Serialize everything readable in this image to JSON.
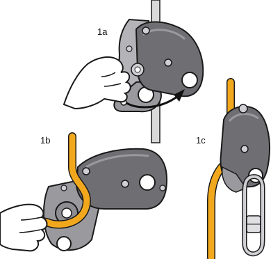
{
  "panels": {
    "step_1a": {
      "label": "1a"
    },
    "step_1b": {
      "label": "1b"
    },
    "step_1c": {
      "label": "1c"
    }
  },
  "colors": {
    "device_dark": "#6f6f73",
    "device_mid": "#8e8e92",
    "device_light": "#b4b4b8",
    "rope": "#f2a81d",
    "outline": "#1a1a1a",
    "hand": "#ffffff",
    "arrow": "#111111"
  },
  "icons": [
    "hand-icon",
    "belay-device-icon",
    "rope-icon",
    "carabiner-icon",
    "rotate-arrow-icon"
  ]
}
